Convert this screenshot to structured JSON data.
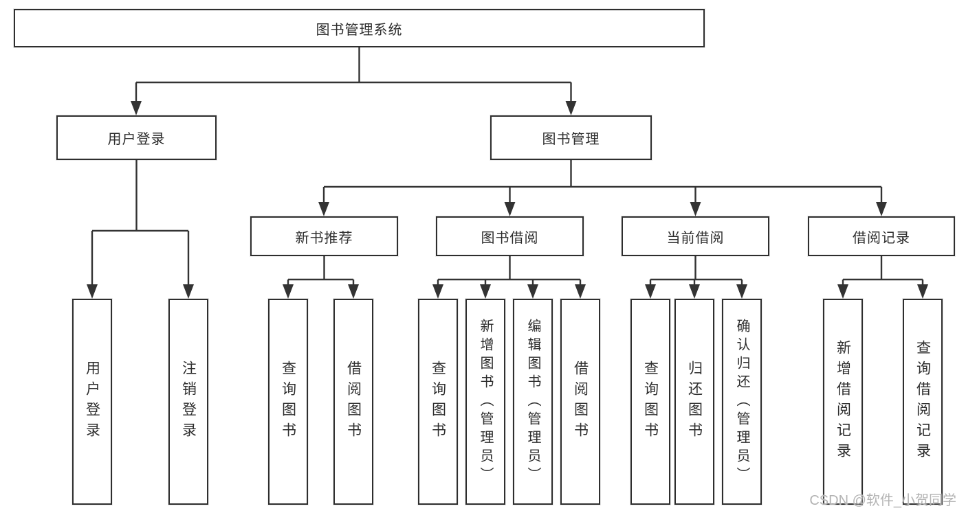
{
  "diagram": {
    "title_node": {
      "label": "图书管理系统"
    },
    "level2": [
      {
        "label": "用户登录"
      },
      {
        "label": "图书管理"
      }
    ],
    "level3": [
      {
        "parent": "图书管理",
        "label": "新书推荐"
      },
      {
        "parent": "图书管理",
        "label": "图书借阅"
      },
      {
        "parent": "图书管理",
        "label": "当前借阅"
      },
      {
        "parent": "图书管理",
        "label": "借阅记录"
      }
    ],
    "level4": [
      {
        "parent": "用户登录",
        "label": "用户登录"
      },
      {
        "parent": "用户登录",
        "label": "注销登录"
      },
      {
        "parent": "新书推荐",
        "label": "查询图书"
      },
      {
        "parent": "新书推荐",
        "label": "借阅图书"
      },
      {
        "parent": "图书借阅",
        "label": "查询图书"
      },
      {
        "parent": "图书借阅",
        "label": "新增图书（管理员）"
      },
      {
        "parent": "图书借阅",
        "label": "编辑图书（管理员）"
      },
      {
        "parent": "图书借阅",
        "label": "借阅图书"
      },
      {
        "parent": "当前借阅",
        "label": "查询图书"
      },
      {
        "parent": "当前借阅",
        "label": "归还图书"
      },
      {
        "parent": "当前借阅",
        "label": "确认归还（管理员）"
      },
      {
        "parent": "借阅记录",
        "label": "新增借阅记录"
      },
      {
        "parent": "借阅记录",
        "label": "查询借阅记录"
      }
    ],
    "watermark": {
      "text": "CSDN @软件_小贺同学"
    },
    "colors": {
      "line": "#333333",
      "box_border": "#2e2e2e",
      "box_fill": "#ffffff",
      "text": "#2d2d2d",
      "watermark": "#b3b3b3"
    }
  }
}
